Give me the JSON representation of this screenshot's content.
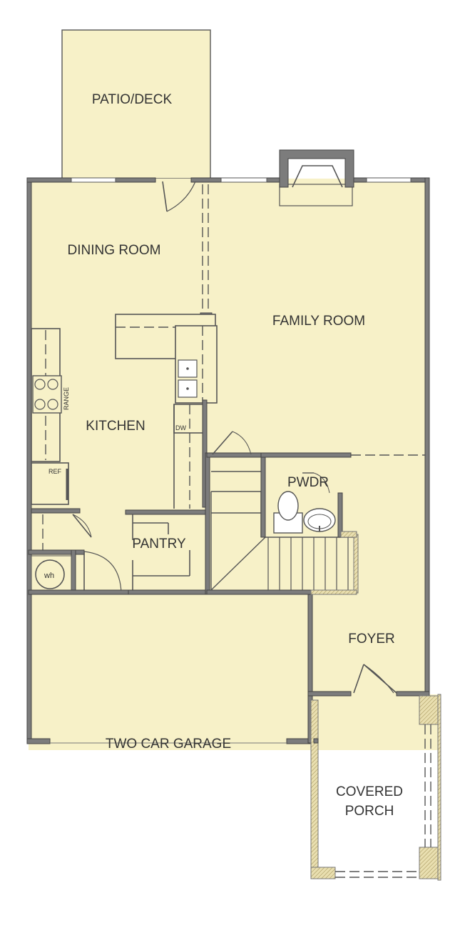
{
  "rooms": {
    "patio_deck": "PATIO/DECK",
    "dining_room": "DINING ROOM",
    "family_room": "FAMILY ROOM",
    "kitchen": "KITCHEN",
    "pwdr": "PWDR",
    "pantry": "PANTRY",
    "foyer": "FOYER",
    "two_car_garage": "TWO CAR GARAGE",
    "covered_porch_line1": "COVERED",
    "covered_porch_line2": "PORCH"
  },
  "fixtures": {
    "range": "RANGE",
    "refrigerator": "REF",
    "dishwasher": "DW",
    "water_heater": "wh"
  },
  "colors": {
    "floor": "#f7f1c8",
    "wall": "#7c7c7c",
    "line": "#555555"
  }
}
